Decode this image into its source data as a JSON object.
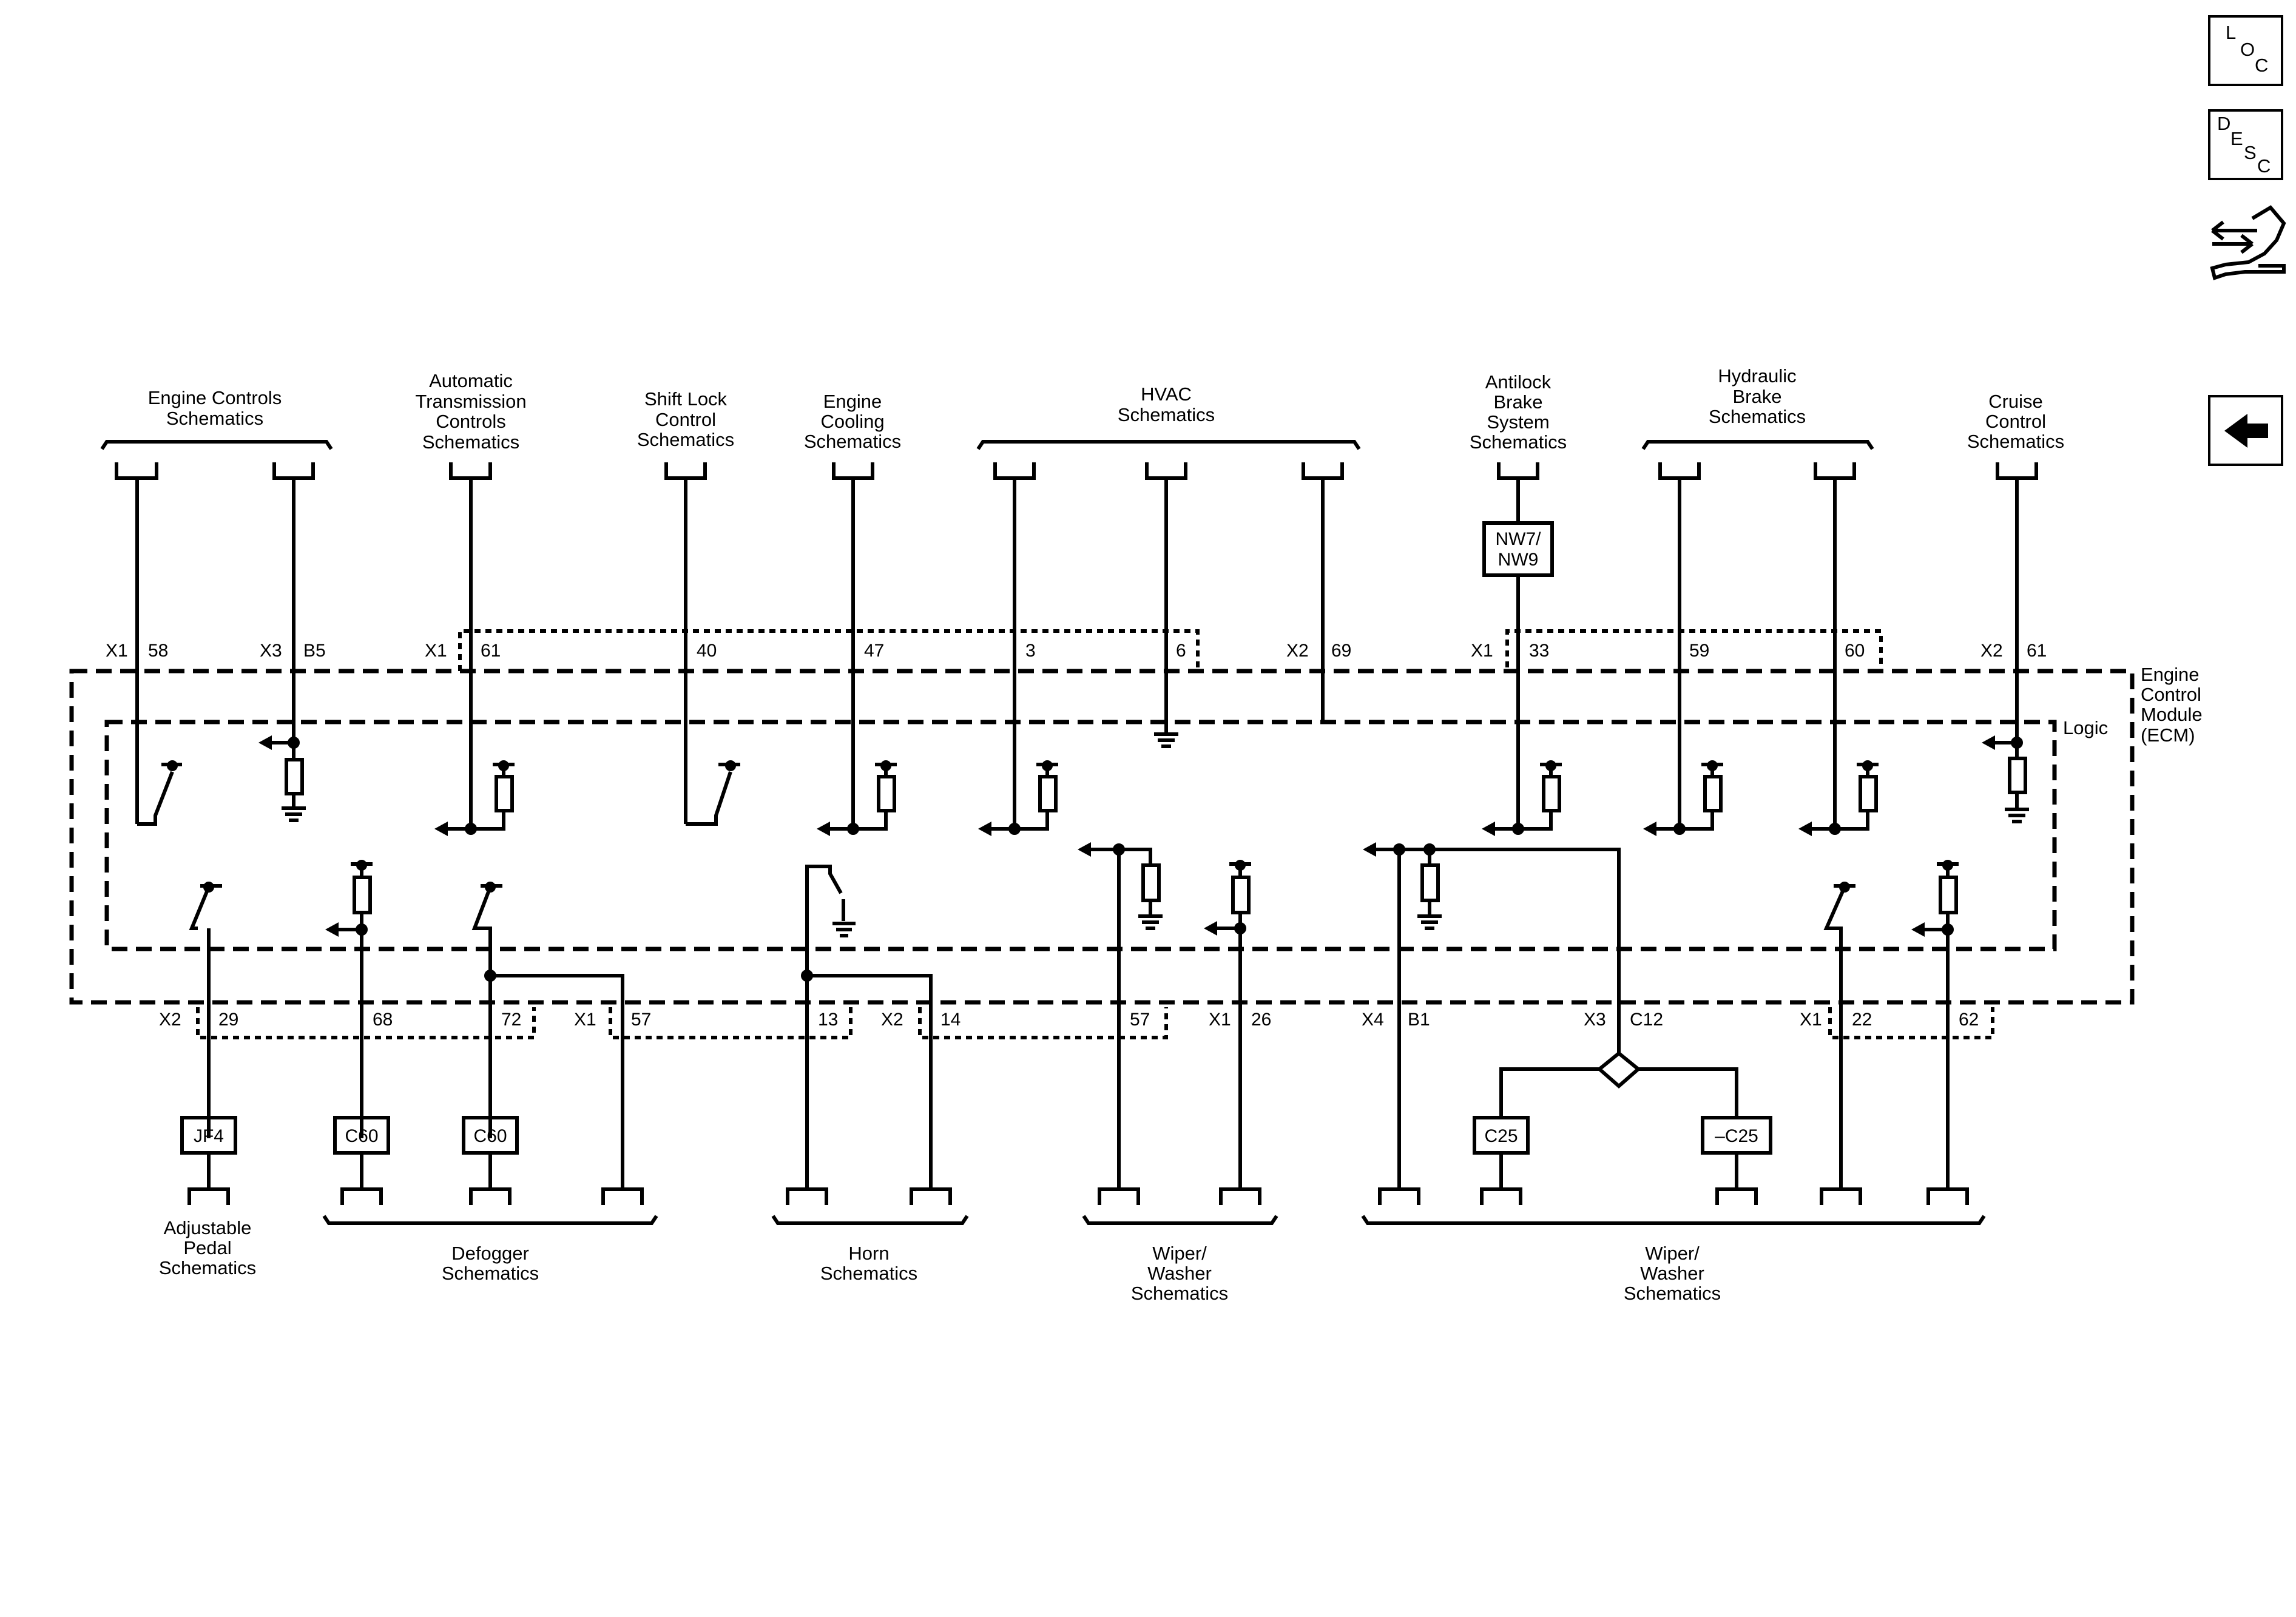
{
  "nav": {
    "loc": {
      "l1": "L",
      "l2": "O",
      "l3": "C"
    },
    "desc": {
      "l1": "D",
      "l2": "E",
      "l3": "S",
      "l4": "C"
    },
    "connector_icon": "connector-wrench-icon",
    "back_icon": "left-arrow-icon"
  },
  "top_groups": [
    {
      "lines": [
        "Engine Controls",
        "Schematics"
      ]
    },
    {
      "lines": [
        "Automatic",
        "Transmission",
        "Controls",
        "Schematics"
      ]
    },
    {
      "lines": [
        "Shift Lock",
        "Control",
        "Schematics"
      ]
    },
    {
      "lines": [
        "Engine",
        "Cooling",
        "Schematics"
      ]
    },
    {
      "lines": [
        "HVAC",
        "Schematics"
      ]
    },
    {
      "lines": [
        "Antilock",
        "Brake",
        "System",
        "Schematics"
      ]
    },
    {
      "lines": [
        "Hydraulic",
        "Brake",
        "Schematics"
      ]
    },
    {
      "lines": [
        "Cruise",
        "Control",
        "Schematics"
      ]
    }
  ],
  "bottom_groups": [
    {
      "lines": [
        "Adjustable",
        "Pedal",
        "Schematics"
      ]
    },
    {
      "lines": [
        "Defogger",
        "Schematics"
      ]
    },
    {
      "lines": [
        "Horn",
        "Schematics"
      ]
    },
    {
      "lines": [
        "Wiper/",
        "Washer",
        "Schematics"
      ]
    },
    {
      "lines": [
        "Wiper/",
        "Washer",
        "Schematics"
      ]
    }
  ],
  "top_pins": [
    {
      "conn": "X1",
      "pin": "58"
    },
    {
      "conn": "X3",
      "pin": "B5"
    },
    {
      "conn": "X1",
      "pin": "61"
    },
    {
      "conn": "",
      "pin": "40"
    },
    {
      "conn": "",
      "pin": "47"
    },
    {
      "conn": "",
      "pin": "3"
    },
    {
      "conn": "",
      "pin": "6"
    },
    {
      "conn": "X2",
      "pin": "69"
    },
    {
      "conn": "X1",
      "pin": "33"
    },
    {
      "conn": "",
      "pin": "59"
    },
    {
      "conn": "",
      "pin": "60"
    },
    {
      "conn": "X2",
      "pin": "61"
    }
  ],
  "bottom_pins": [
    {
      "conn": "X2",
      "pin": "29"
    },
    {
      "conn": "",
      "pin": "68"
    },
    {
      "conn": "",
      "pin": "72"
    },
    {
      "conn": "X1",
      "pin": "57"
    },
    {
      "conn": "",
      "pin": "13"
    },
    {
      "conn": "X2",
      "pin": "14"
    },
    {
      "conn": "",
      "pin": "57"
    },
    {
      "conn": "X1",
      "pin": "26"
    },
    {
      "conn": "X4",
      "pin": "B1"
    },
    {
      "conn": "X3",
      "pin": "C12"
    },
    {
      "conn": "X1",
      "pin": "22"
    },
    {
      "conn": "",
      "pin": "62"
    }
  ],
  "module": {
    "lines": [
      "Engine",
      "Control",
      "Module",
      "(ECM)"
    ],
    "logic": "Logic"
  },
  "inline_boxes": {
    "nw": [
      "NW7/",
      "NW9"
    ],
    "jf4": "JF4",
    "c60a": "C60",
    "c60b": "C60",
    "c25": "C25",
    "not_c25": "–C25"
  }
}
